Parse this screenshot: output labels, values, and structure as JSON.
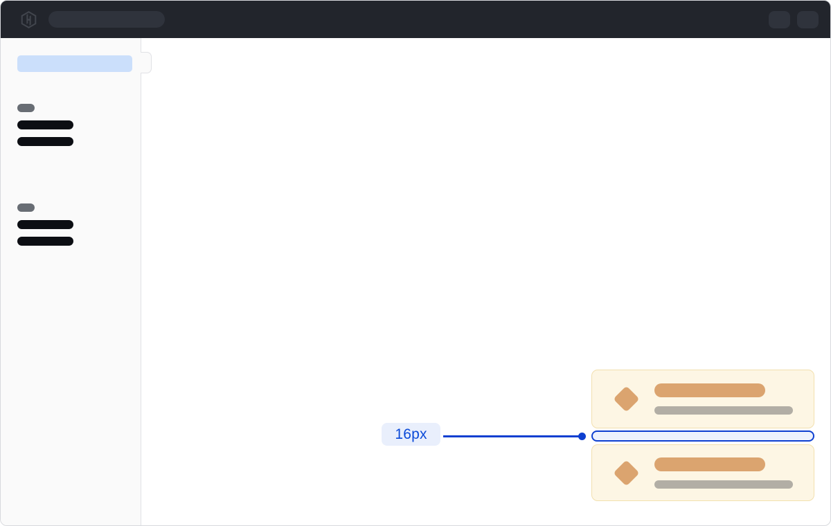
{
  "window": {
    "background": "#ffffff",
    "border_color": "#d7d9dd"
  },
  "topbar": {
    "background": "#22252c",
    "logo_icon": "hashicorp-logo",
    "logo_color": "#41454d",
    "search_skeleton_color": "#2f333c",
    "action_buttons": 2
  },
  "sidebar": {
    "background": "#fafafa",
    "active_item_color": "#cbdffb",
    "section_label_color": "#686d74",
    "nav_item_color": "#0c0e13",
    "toggle_icon": "sidebar-collapse-handle",
    "groups": [
      {
        "section_label_skeleton": true,
        "item_count": 2
      },
      {
        "section_label_skeleton": true,
        "item_count": 2
      }
    ]
  },
  "cards": {
    "background": "#fdf6e4",
    "border_color": "#f2e0ae",
    "count": 2,
    "items": [
      {
        "icon": "diamond-icon",
        "icon_color": "#dba46f",
        "title_bar_color": "#dba46f",
        "subtitle_bar_color": "#b2aea5"
      },
      {
        "icon": "diamond-icon",
        "icon_color": "#dba46f",
        "title_bar_color": "#dba46f",
        "subtitle_bar_color": "#b2aea5"
      }
    ]
  },
  "spacing_annotation": {
    "label": "16px",
    "accent_color": "#0d3fd0",
    "label_text_color": "#0b4ad8",
    "label_background": "#e9effc",
    "gap_fill_color": "#edf2fd"
  }
}
